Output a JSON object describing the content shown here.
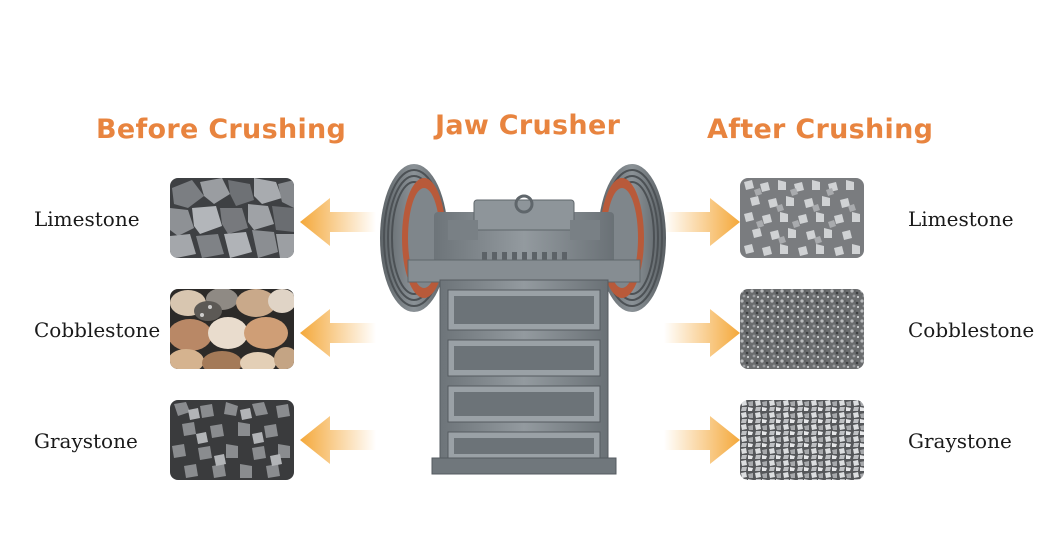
{
  "titles": {
    "before": "Before Crushing",
    "center": "Jaw Crusher",
    "after": "After Crushing"
  },
  "before_items": [
    {
      "label": "Limestone"
    },
    {
      "label": "Cobblestone"
    },
    {
      "label": "Graystone"
    }
  ],
  "after_items": [
    {
      "label": "Limestone"
    },
    {
      "label": "Cobblestone"
    },
    {
      "label": "Graystone"
    }
  ],
  "colors": {
    "title": "#e8843f",
    "arrow": "#f4a83a",
    "machine_body": "#7d858a",
    "flywheel_rim": "#b85a3a"
  }
}
